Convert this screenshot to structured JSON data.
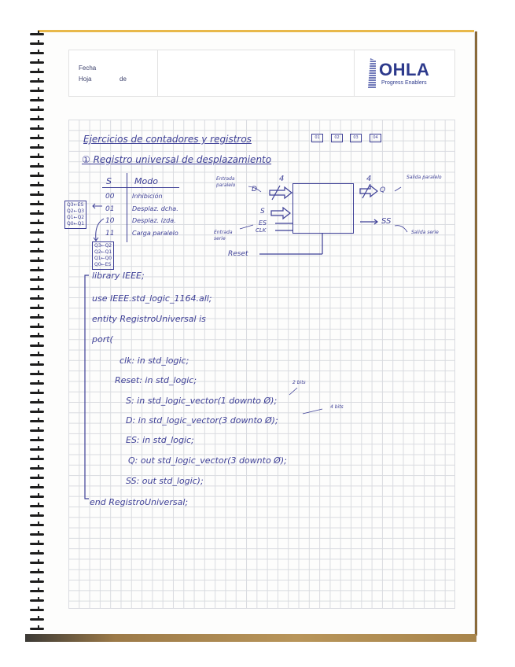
{
  "header": {
    "fecha_label": "Fecha",
    "hoja_label": "Hoja",
    "de_label": "de",
    "logo_text": "OHLA",
    "logo_tagline": "Progress Enablers"
  },
  "notes": {
    "title": "Ejercicios de contadores y registros",
    "exercise_boxes": [
      "01",
      "02",
      "03",
      "04"
    ],
    "exercise_title": "① Registro universal de desplazamiento",
    "mode_table": {
      "headers": [
        "S",
        "Modo"
      ],
      "rows": [
        {
          "s": "00",
          "modo": "Inhibición"
        },
        {
          "s": "01",
          "modo": "Desplaz. dcha."
        },
        {
          "s": "10",
          "modo": "Desplaz. izda."
        },
        {
          "s": "11",
          "modo": "Carga paralelo"
        }
      ]
    },
    "shift_right_table": [
      "Q3←ES",
      "Q2←Q3",
      "Q1←Q2",
      "Q0←Q1"
    ],
    "shift_left_table": [
      "Q3←Q2",
      "Q2←Q1",
      "Q1←Q0",
      "Q0←ES"
    ],
    "diagram": {
      "input_d": "D",
      "input_s": "S",
      "input_es": "ES",
      "input_clk": "CLK",
      "input_reset": "Reset",
      "output_q": "Q",
      "output_ss": "SS",
      "bus_width_in": "4",
      "bus_width_out": "4",
      "note_parallel_in": "Entrada paralelo",
      "note_serial_in": "Entrada serie",
      "note_parallel_out": "Salida paralelo",
      "note_serial_out": "Salida serie"
    },
    "code": [
      "library IEEE;",
      "use IEEE.std_logic_1164.all;",
      "entity RegistroUniversal is",
      "port(",
      "clk:  in  std_logic;",
      "Reset:  in  std_logic;",
      "S:  in  std_logic_vector(1 downto Ø);",
      "D:  in  std_logic_vector(3 downto Ø);",
      "ES:  in  std_logic;",
      "Q:  out  std_logic_vector(3 downto Ø);",
      "SS:  out  std_logic);",
      "end RegistroUniversal;"
    ],
    "annotation_2bits": "2 bits",
    "annotation_4bits": "4 bits"
  }
}
